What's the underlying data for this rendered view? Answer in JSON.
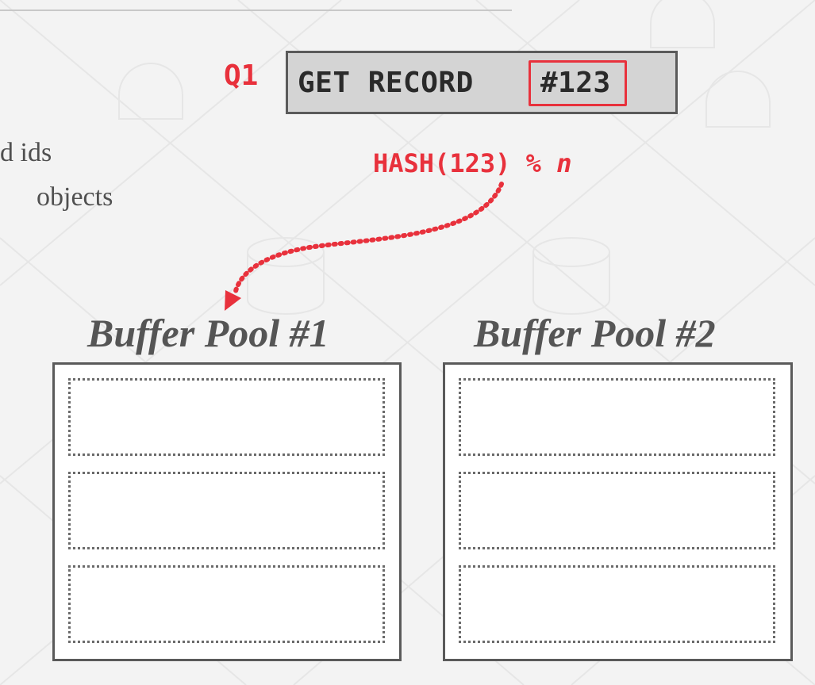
{
  "bullets": {
    "line1": "d ids",
    "line2": "objects"
  },
  "query": {
    "label": "Q1",
    "command_prefix": "GET RECORD ",
    "record_id": "#123"
  },
  "hash": {
    "expr": "HASH(123) %",
    "var": "n"
  },
  "pools": [
    {
      "title": "Buffer Pool #1"
    },
    {
      "title": "Buffer Pool #2"
    }
  ],
  "colors": {
    "accent": "#e8313c",
    "text_dark": "#2a2a2a",
    "text_gray": "#555555",
    "box_fill": "#d4d4d4",
    "background": "#f3f3f3"
  }
}
